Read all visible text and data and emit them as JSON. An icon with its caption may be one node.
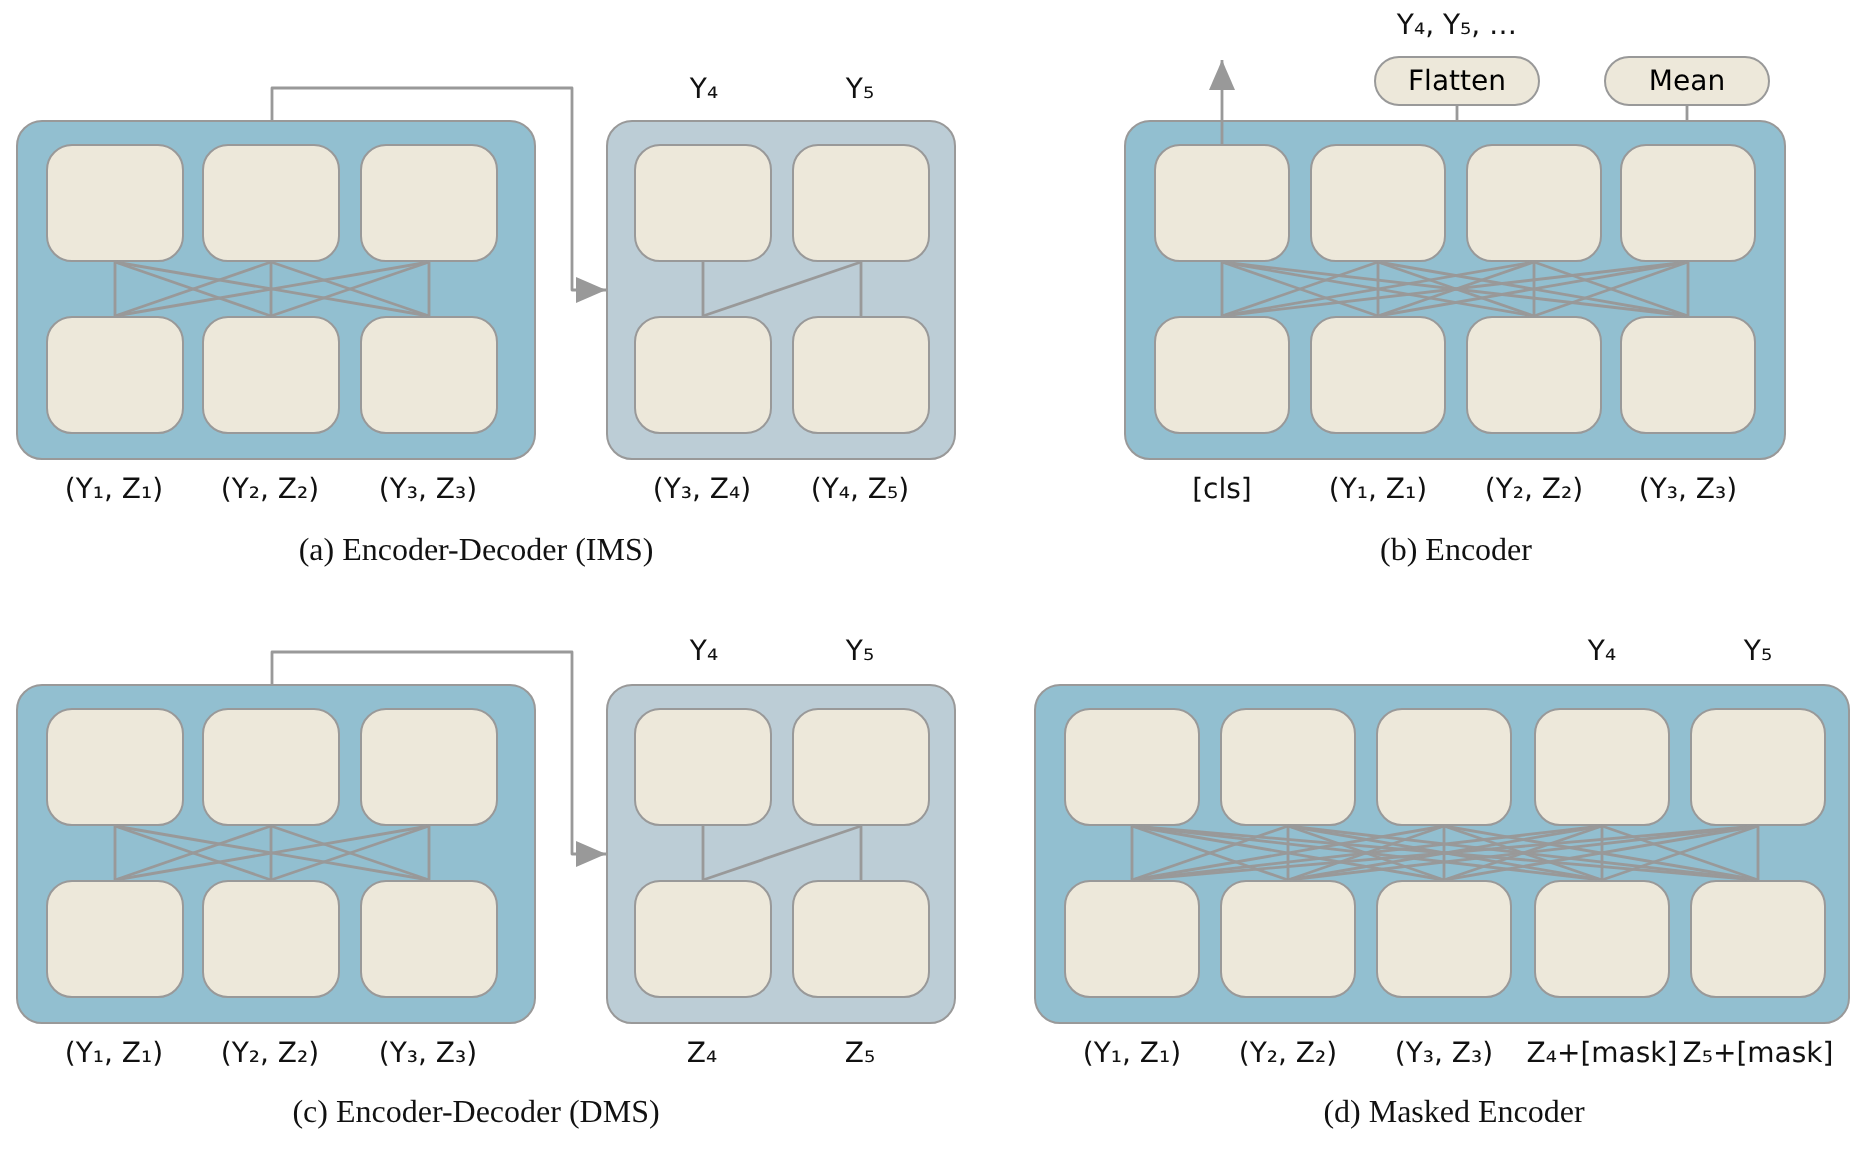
{
  "diagram": {
    "nodes": [
      {
        "text": [],
        "shape": "box"
      },
      {
        "text": [],
        "shape": "box",
        "in": 0
      },
      {
        "text": [],
        "shape": "box",
        "in": 0
      },
      {
        "text": [],
        "shape": "box",
        "in": 0
      },
      {
        "text": [],
        "shape": "box",
        "in": 0
      },
      {
        "text": [],
        "shape": "box",
        "in": 0
      },
      {
        "text": [],
        "shape": "box",
        "in": 0
      },
      {
        "text": [],
        "shape": "box"
      },
      {
        "text": [],
        "shape": "box",
        "in": 7
      },
      {
        "text": [],
        "shape": "box",
        "in": 7
      },
      {
        "text": [],
        "shape": "box",
        "in": 7
      },
      {
        "text": [],
        "shape": "box",
        "in": 7
      },
      {
        "text": [],
        "shape": "box"
      },
      {
        "text": [],
        "shape": "box",
        "in": 12
      },
      {
        "text": [],
        "shape": "box",
        "in": 12
      },
      {
        "text": [],
        "shape": "box",
        "in": 12
      },
      {
        "text": [],
        "shape": "box",
        "in": 12
      },
      {
        "text": [],
        "shape": "box",
        "in": 12
      },
      {
        "text": [],
        "shape": "box",
        "in": 12
      },
      {
        "text": [],
        "shape": "box",
        "in": 12
      },
      {
        "text": [],
        "shape": "box",
        "in": 12
      },
      {
        "text": [
          "Flatten"
        ],
        "beside": [
          "Y₄, Y₅, …"
        ]
      },
      {
        "text": [
          "Mean"
        ]
      },
      {
        "text": [],
        "shape": "box"
      },
      {
        "text": [],
        "shape": "box",
        "in": 23
      },
      {
        "text": [],
        "shape": "box",
        "in": 23
      },
      {
        "text": [],
        "shape": "box",
        "in": 23
      },
      {
        "text": [],
        "shape": "box",
        "in": 23
      },
      {
        "text": [],
        "shape": "box",
        "in": 23
      },
      {
        "text": [],
        "shape": "box",
        "in": 23
      },
      {
        "text": [],
        "shape": "box"
      },
      {
        "text": [],
        "shape": "box",
        "in": 30
      },
      {
        "text": [],
        "shape": "box",
        "in": 30
      },
      {
        "text": [],
        "shape": "box",
        "in": 30
      },
      {
        "text": [],
        "shape": "box",
        "in": 30
      },
      {
        "text": [],
        "shape": "box"
      },
      {
        "text": [],
        "shape": "box",
        "in": 35
      },
      {
        "text": [],
        "shape": "box",
        "in": 35
      },
      {
        "text": [],
        "shape": "box",
        "in": 35
      },
      {
        "text": [],
        "shape": "box",
        "in": 35
      },
      {
        "text": [],
        "shape": "box",
        "in": 35
      },
      {
        "text": [],
        "shape": "box",
        "in": 35
      },
      {
        "text": [],
        "shape": "box",
        "in": 35
      },
      {
        "text": [],
        "shape": "box",
        "in": 35
      },
      {
        "text": [],
        "shape": "box",
        "in": 35
      },
      {
        "text": [],
        "shape": "box",
        "in": 35
      }
    ],
    "edges": [
      {
        "from": 4,
        "to": 1,
        "arrow": "none"
      },
      {
        "from": 4,
        "to": 2,
        "arrow": "none"
      },
      {
        "from": 4,
        "to": 3,
        "arrow": "none"
      },
      {
        "from": 5,
        "to": 1,
        "arrow": "none"
      },
      {
        "from": 5,
        "to": 2,
        "arrow": "none"
      },
      {
        "from": 5,
        "to": 3,
        "arrow": "none"
      },
      {
        "from": 6,
        "to": 1,
        "arrow": "none"
      },
      {
        "from": 6,
        "to": 2,
        "arrow": "none"
      },
      {
        "from": 6,
        "to": 3,
        "arrow": "none"
      },
      {
        "from": 10,
        "to": 8,
        "arrow": "none"
      },
      {
        "from": 10,
        "to": 9,
        "arrow": "none"
      },
      {
        "from": 11,
        "to": 9,
        "arrow": "none"
      },
      {
        "from": 0,
        "to": 7,
        "arrow": "to"
      },
      {
        "from": 17,
        "to": 13,
        "arrow": "none"
      },
      {
        "from": 17,
        "to": 14,
        "arrow": "none"
      },
      {
        "from": 17,
        "to": 15,
        "arrow": "none"
      },
      {
        "from": 17,
        "to": 16,
        "arrow": "none"
      },
      {
        "from": 18,
        "to": 13,
        "arrow": "none"
      },
      {
        "from": 18,
        "to": 14,
        "arrow": "none"
      },
      {
        "from": 18,
        "to": 15,
        "arrow": "none"
      },
      {
        "from": 18,
        "to": 16,
        "arrow": "none"
      },
      {
        "from": 19,
        "to": 13,
        "arrow": "none"
      },
      {
        "from": 19,
        "to": 14,
        "arrow": "none"
      },
      {
        "from": 19,
        "to": 15,
        "arrow": "none"
      },
      {
        "from": 19,
        "to": 16,
        "arrow": "none"
      },
      {
        "from": 20,
        "to": 13,
        "arrow": "none"
      },
      {
        "from": 20,
        "to": 14,
        "arrow": "none"
      },
      {
        "from": 20,
        "to": 15,
        "arrow": "none"
      },
      {
        "from": 20,
        "to": 16,
        "arrow": "none"
      },
      {
        "from": 13,
        "to": null,
        "arrow": "to"
      },
      {
        "from": 12,
        "to": 21,
        "arrow": "none"
      },
      {
        "from": 12,
        "to": 22,
        "arrow": "none"
      },
      {
        "from": 27,
        "to": 24,
        "arrow": "none"
      },
      {
        "from": 27,
        "to": 25,
        "arrow": "none"
      },
      {
        "from": 27,
        "to": 26,
        "arrow": "none"
      },
      {
        "from": 28,
        "to": 24,
        "arrow": "none"
      },
      {
        "from": 28,
        "to": 25,
        "arrow": "none"
      },
      {
        "from": 28,
        "to": 26,
        "arrow": "none"
      },
      {
        "from": 29,
        "to": 24,
        "arrow": "none"
      },
      {
        "from": 29,
        "to": 25,
        "arrow": "none"
      },
      {
        "from": 29,
        "to": 26,
        "arrow": "none"
      },
      {
        "from": 33,
        "to": 31,
        "arrow": "none"
      },
      {
        "from": 33,
        "to": 32,
        "arrow": "none"
      },
      {
        "from": 34,
        "to": 32,
        "arrow": "none"
      },
      {
        "from": 23,
        "to": 30,
        "arrow": "to"
      },
      {
        "from": 41,
        "to": 36,
        "arrow": "none"
      },
      {
        "from": 41,
        "to": 37,
        "arrow": "none"
      },
      {
        "from": 41,
        "to": 38,
        "arrow": "none"
      },
      {
        "from": 41,
        "to": 39,
        "arrow": "none"
      },
      {
        "from": 41,
        "to": 40,
        "arrow": "none"
      },
      {
        "from": 42,
        "to": 36,
        "arrow": "none"
      },
      {
        "from": 42,
        "to": 37,
        "arrow": "none"
      },
      {
        "from": 42,
        "to": 38,
        "arrow": "none"
      },
      {
        "from": 42,
        "to": 39,
        "arrow": "none"
      },
      {
        "from": 42,
        "to": 40,
        "arrow": "none"
      },
      {
        "from": 43,
        "to": 36,
        "arrow": "none"
      },
      {
        "from": 43,
        "to": 37,
        "arrow": "none"
      },
      {
        "from": 43,
        "to": 38,
        "arrow": "none"
      },
      {
        "from": 43,
        "to": 39,
        "arrow": "none"
      },
      {
        "from": 43,
        "to": 40,
        "arrow": "none"
      },
      {
        "from": 44,
        "to": 36,
        "arrow": "none"
      },
      {
        "from": 44,
        "to": 37,
        "arrow": "none"
      },
      {
        "from": 44,
        "to": 38,
        "arrow": "none"
      },
      {
        "from": 44,
        "to": 39,
        "arrow": "none"
      },
      {
        "from": 44,
        "to": 40,
        "arrow": "none"
      },
      {
        "from": 45,
        "to": 36,
        "arrow": "none"
      },
      {
        "from": 45,
        "to": 37,
        "arrow": "none"
      },
      {
        "from": 45,
        "to": 38,
        "arrow": "none"
      },
      {
        "from": 45,
        "to": 39,
        "arrow": "none"
      },
      {
        "from": 45,
        "to": 40,
        "arrow": "none"
      }
    ],
    "labels": [
      "Y₄",
      "Y₅",
      "(Y₁, Z₁)",
      "(Y₂, Z₂)",
      "(Y₃, Z₃)",
      "(Y₃, Z₄)",
      "(Y₄, Z₅)",
      "(a) Encoder-Decoder (IMS)",
      "[cls]",
      "(Y₁, Z₁)",
      "(Y₂, Z₂)",
      "(Y₃, Z₃)",
      "(b) Encoder",
      "Y₄",
      "Y₅",
      "(Y₁, Z₁)",
      "(Y₂, Z₂)",
      "(Y₃, Z₃)",
      "Z₄",
      "Z₅",
      "(c) Encoder-Decoder (DMS)",
      "Y₄",
      "Y₅",
      "(Y₁, Z₁)",
      "(Y₂, Z₂)",
      "(Y₃, Z₃)",
      "Z₄+[mask]",
      "Z₅+[mask]",
      "(d) Masked Encoder"
    ]
  }
}
